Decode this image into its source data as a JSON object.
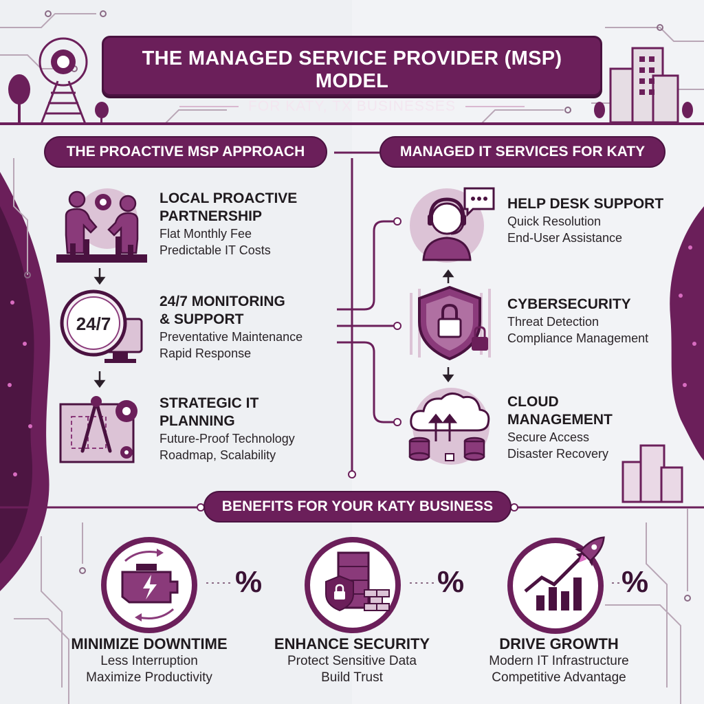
{
  "header": {
    "title": "THE MANAGED SERVICE PROVIDER (MSP) MODEL",
    "subtitle": "FOR KATY, TX BUSINESSES"
  },
  "left_section": {
    "heading": "THE PROACTIVE MSP APPROACH",
    "items": [
      {
        "icon": "handshake-partnership-icon",
        "title_l1": "LOCAL PROACTIVE",
        "title_l2": "PARTNERSHIP",
        "line1": "Flat Monthly Fee",
        "line2": "Predictable IT Costs"
      },
      {
        "icon": "clock-monitor-icon",
        "badge": "24/7",
        "title_l1": "24/7 MONITORING",
        "title_l2": "& SUPPORT",
        "line1": "Preventative Maintenance",
        "line2": "Rapid Response"
      },
      {
        "icon": "blueprint-compass-icon",
        "title_l1": "STRATEGIC IT",
        "title_l2": "PLANNING",
        "line1": "Future-Proof Technology",
        "line2": "Roadmap, Scalability"
      }
    ]
  },
  "right_section": {
    "heading": "MANAGED IT SERVICES FOR KATY",
    "items": [
      {
        "icon": "headset-agent-icon",
        "title_l1": "HELP DESK SUPPORT",
        "title_l2": "",
        "line1": "Quick Resolution",
        "line2": "End-User Assistance"
      },
      {
        "icon": "shield-lock-icon",
        "title_l1": "CYBERSECURITY",
        "title_l2": "",
        "line1": "Threat Detection",
        "line2": "Compliance Management"
      },
      {
        "icon": "cloud-database-icon",
        "title_l1": "CLOUD",
        "title_l2": "MANAGEMENT",
        "line1": "Secure Access",
        "line2": "Disaster Recovery"
      }
    ]
  },
  "benefits": {
    "heading": "BENEFITS FOR YOUR KATY BUSINESS",
    "items": [
      {
        "icon": "engine-icon",
        "title": "MINIMIZE DOWNTIME",
        "line1": "Less Interruption",
        "line2": "Maximize Productivity"
      },
      {
        "icon": "server-brick-shield-icon",
        "title": "ENHANCE SECURITY",
        "line1": "Protect Sensitive Data",
        "line2": "Build Trust"
      },
      {
        "icon": "rocket-growth-chart-icon",
        "title": "DRIVE GROWTH",
        "line1": "Modern IT Infrastructure",
        "line2": "Competitive Advantage"
      }
    ],
    "separator_symbol": "%"
  },
  "colors": {
    "primary": "#6b1f5a",
    "primary_dark": "#4a1240",
    "accent_light": "#d9b8d0",
    "background": "#eef0f3",
    "circuit_glow": "#c040a0"
  }
}
